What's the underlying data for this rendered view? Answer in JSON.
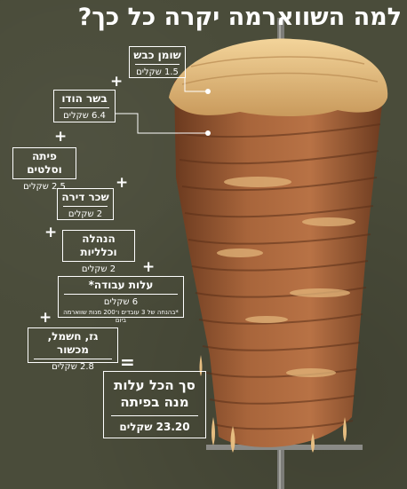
{
  "title": "למה השווארמה יקרה כל כך?",
  "items": [
    {
      "name": "שומן כבש",
      "price": "1.5 שקלים"
    },
    {
      "name": "בשר הודו",
      "price": "6.4 שקלים"
    },
    {
      "name": "פיתה וסלטים",
      "price": "2.5 שקלים"
    },
    {
      "name": "שכר דירה",
      "price": "2 שקלים"
    },
    {
      "name": "הנהלה וכלליות",
      "price": "2 שקלים"
    },
    {
      "name": "עלות עבודה*",
      "price": "6 שקלים",
      "note": "*בהנחה של 3 עובדים ו־200 מנות שווארמה ביום"
    },
    {
      "name": "גז, חשמל, מכשור",
      "price": "2.8 שקלים"
    }
  ],
  "plus_sign": "+",
  "equals_sign": "=",
  "total": {
    "line1": "סך הכל עלות",
    "line2": "מנה בפיתה",
    "price": "23.20 שקלים"
  },
  "colors": {
    "background": "#4a4c3a",
    "text": "#ffffff",
    "fat": "#e9c486",
    "meat": "#9c5a34",
    "meat_dark": "#6b3a1f"
  }
}
